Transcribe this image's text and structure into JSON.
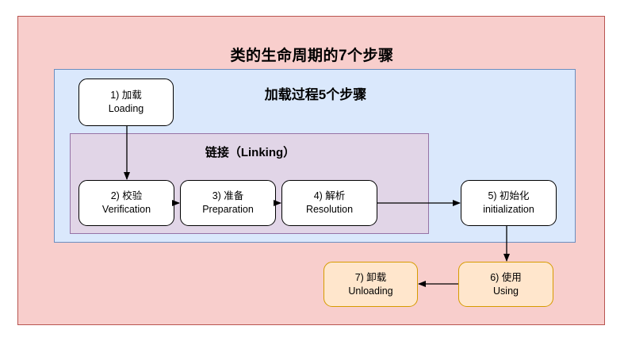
{
  "diagram": {
    "title": "类的生命周期的7个步骤",
    "containers": {
      "outer": {
        "name": "类的生命周期的7个步骤",
        "fill": "#f8cecc",
        "stroke": "#b85450"
      },
      "loading": {
        "title": "加载过程5个步骤",
        "fill": "#dae8fc",
        "stroke": "#6c8ebf"
      },
      "linking": {
        "title": "链接（Linking）",
        "fill": "#e1d5e7",
        "stroke": "#9673a6"
      }
    },
    "nodes": [
      {
        "id": 1,
        "cn": "1) 加载",
        "en": "Loading",
        "fill": "#ffffff",
        "stroke": "#000000"
      },
      {
        "id": 2,
        "cn": "2) 校验",
        "en": "Verification",
        "fill": "#ffffff",
        "stroke": "#000000"
      },
      {
        "id": 3,
        "cn": "3) 准备",
        "en": "Preparation",
        "fill": "#ffffff",
        "stroke": "#000000"
      },
      {
        "id": 4,
        "cn": "4) 解析",
        "en": "Resolution",
        "fill": "#ffffff",
        "stroke": "#000000"
      },
      {
        "id": 5,
        "cn": "5) 初始化",
        "en": "initialization",
        "fill": "#ffffff",
        "stroke": "#000000"
      },
      {
        "id": 6,
        "cn": "6) 使用",
        "en": "Using",
        "fill": "#ffe6cc",
        "stroke": "#d79b00"
      },
      {
        "id": 7,
        "cn": "7) 卸载",
        "en": "Unloading",
        "fill": "#ffe6cc",
        "stroke": "#d79b00"
      }
    ],
    "edges": [
      {
        "from": 1,
        "to": 2,
        "direction": "down"
      },
      {
        "from": 2,
        "to": 3,
        "direction": "right"
      },
      {
        "from": 3,
        "to": 4,
        "direction": "right"
      },
      {
        "from": 4,
        "to": 5,
        "direction": "right"
      },
      {
        "from": 5,
        "to": 6,
        "direction": "down"
      },
      {
        "from": 6,
        "to": 7,
        "direction": "left"
      }
    ]
  }
}
